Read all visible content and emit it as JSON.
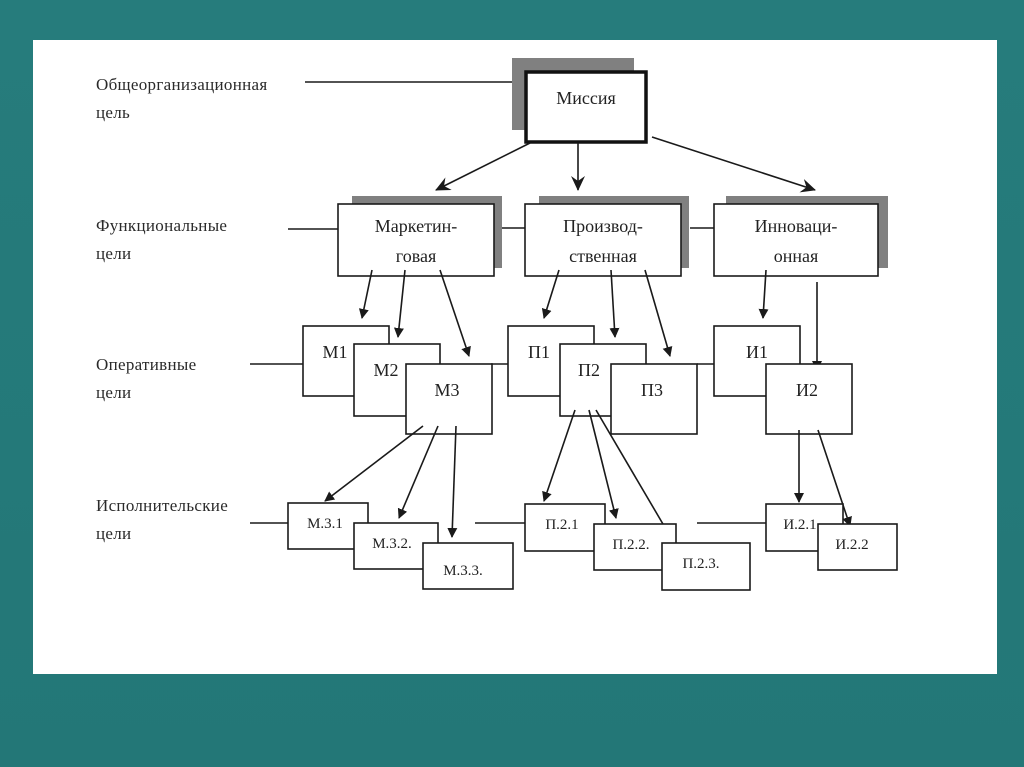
{
  "slide": {
    "background_color": "#247a7a",
    "panel_color": "#ffffff"
  },
  "levels": {
    "organizational": {
      "line1": "Общеорганизационная",
      "line2": "цель"
    },
    "functional": {
      "line1": "Функциональные",
      "line2": "цели"
    },
    "operational": {
      "line1": "Оперативные",
      "line2": "цели"
    },
    "executive": {
      "line1": "Исполнительские",
      "line2": "цели"
    }
  },
  "mission": {
    "label": "Миссия"
  },
  "functional_goals": [
    {
      "line1": "Маркетин-",
      "line2": "говая"
    },
    {
      "line1": "Производ-",
      "line2": "ственная"
    },
    {
      "line1": "Инноваци-",
      "line2": "онная"
    }
  ],
  "operational_goals": {
    "marketing": [
      "М1",
      "М2",
      "М3"
    ],
    "production": [
      "П1",
      "П2",
      "П3"
    ],
    "innovation": [
      "И1",
      "И2"
    ]
  },
  "executive_goals": {
    "marketing": [
      "М.3.1",
      "М.3.2.",
      "М.3.3."
    ],
    "production": [
      "П.2.1",
      "П.2.2.",
      "П.2.3."
    ],
    "innovation": [
      "И.2.1",
      "И.2.2"
    ]
  }
}
